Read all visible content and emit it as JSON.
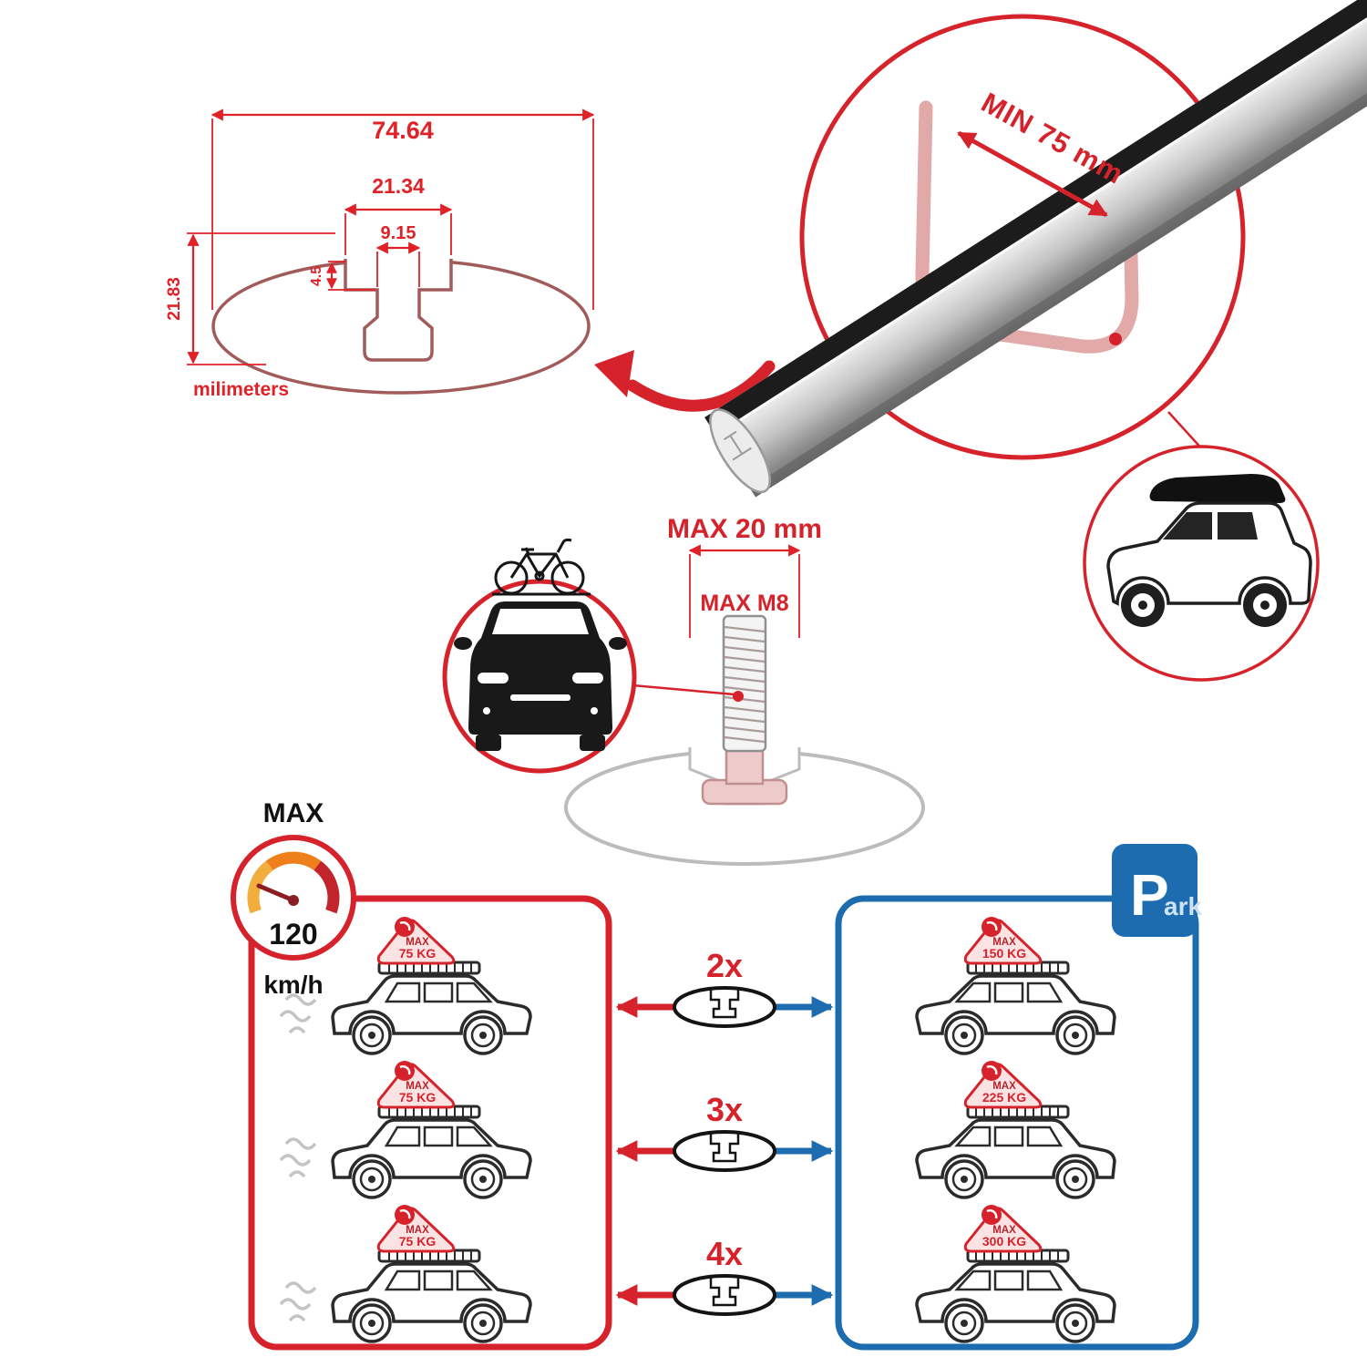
{
  "colors": {
    "accent_red": "#d6232b",
    "accent_blue": "#1d6cb0",
    "dimension_red": "#e02127",
    "profile_maroon": "#a15b5b"
  },
  "profile_diagram": {
    "width": "74.64",
    "opening": "21.34",
    "inner": "9.15",
    "step": "4.5",
    "height": "21.83",
    "units": "milimeters"
  },
  "bar_detail": {
    "min_span": "MIN 75 mm"
  },
  "bolt_diagram": {
    "max_width": "MAX 20 mm",
    "thread": "MAX M8"
  },
  "speed_gauge": {
    "label": "MAX",
    "value": "120",
    "unit": "km/h"
  },
  "multipliers": [
    "2x",
    "3x",
    "4x"
  ],
  "parking_sign": {
    "p": "P",
    "ark": "ark"
  },
  "left_panel": {
    "cars": [
      {
        "max": "MAX",
        "load": "75 KG"
      },
      {
        "max": "MAX",
        "load": "75 KG"
      },
      {
        "max": "MAX",
        "load": "75 KG"
      }
    ]
  },
  "right_panel": {
    "cars": [
      {
        "max": "MAX",
        "load": "150 KG"
      },
      {
        "max": "MAX",
        "load": "225 KG"
      },
      {
        "max": "MAX",
        "load": "300 KG"
      }
    ]
  }
}
